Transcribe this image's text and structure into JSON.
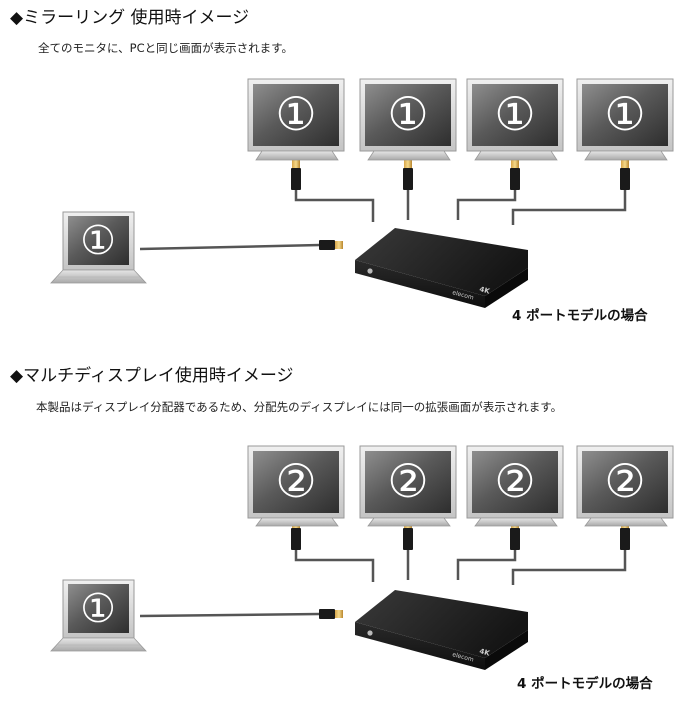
{
  "sections": [
    {
      "title": "◆ミラーリング 使用時イメージ",
      "description": "全てのモニタに、PCと同じ画面が表示されます。",
      "laptop_number": "①",
      "monitor_numbers": [
        "①",
        "①",
        "①",
        "①"
      ],
      "device_brand": "elecom",
      "device_badge": "4K",
      "caption": "4 ポートモデルの場合"
    },
    {
      "title": "◆マルチディスプレイ使用時イメージ",
      "description": "本製品はディスプレイ分配器であるため、分配先のディスプレイには同一の拡張画面が表示されます。",
      "laptop_number": "①",
      "monitor_numbers": [
        "②",
        "②",
        "②",
        "②"
      ],
      "device_brand": "elecom",
      "device_badge": "4K",
      "caption": "4 ポートモデルの場合"
    }
  ],
  "colors": {
    "screen_dark": "#3d3d3d",
    "screen_light": "#9a9a9a",
    "bezel": "#d8d8d8",
    "cable": "#555555",
    "device": "#1d1d1d"
  }
}
